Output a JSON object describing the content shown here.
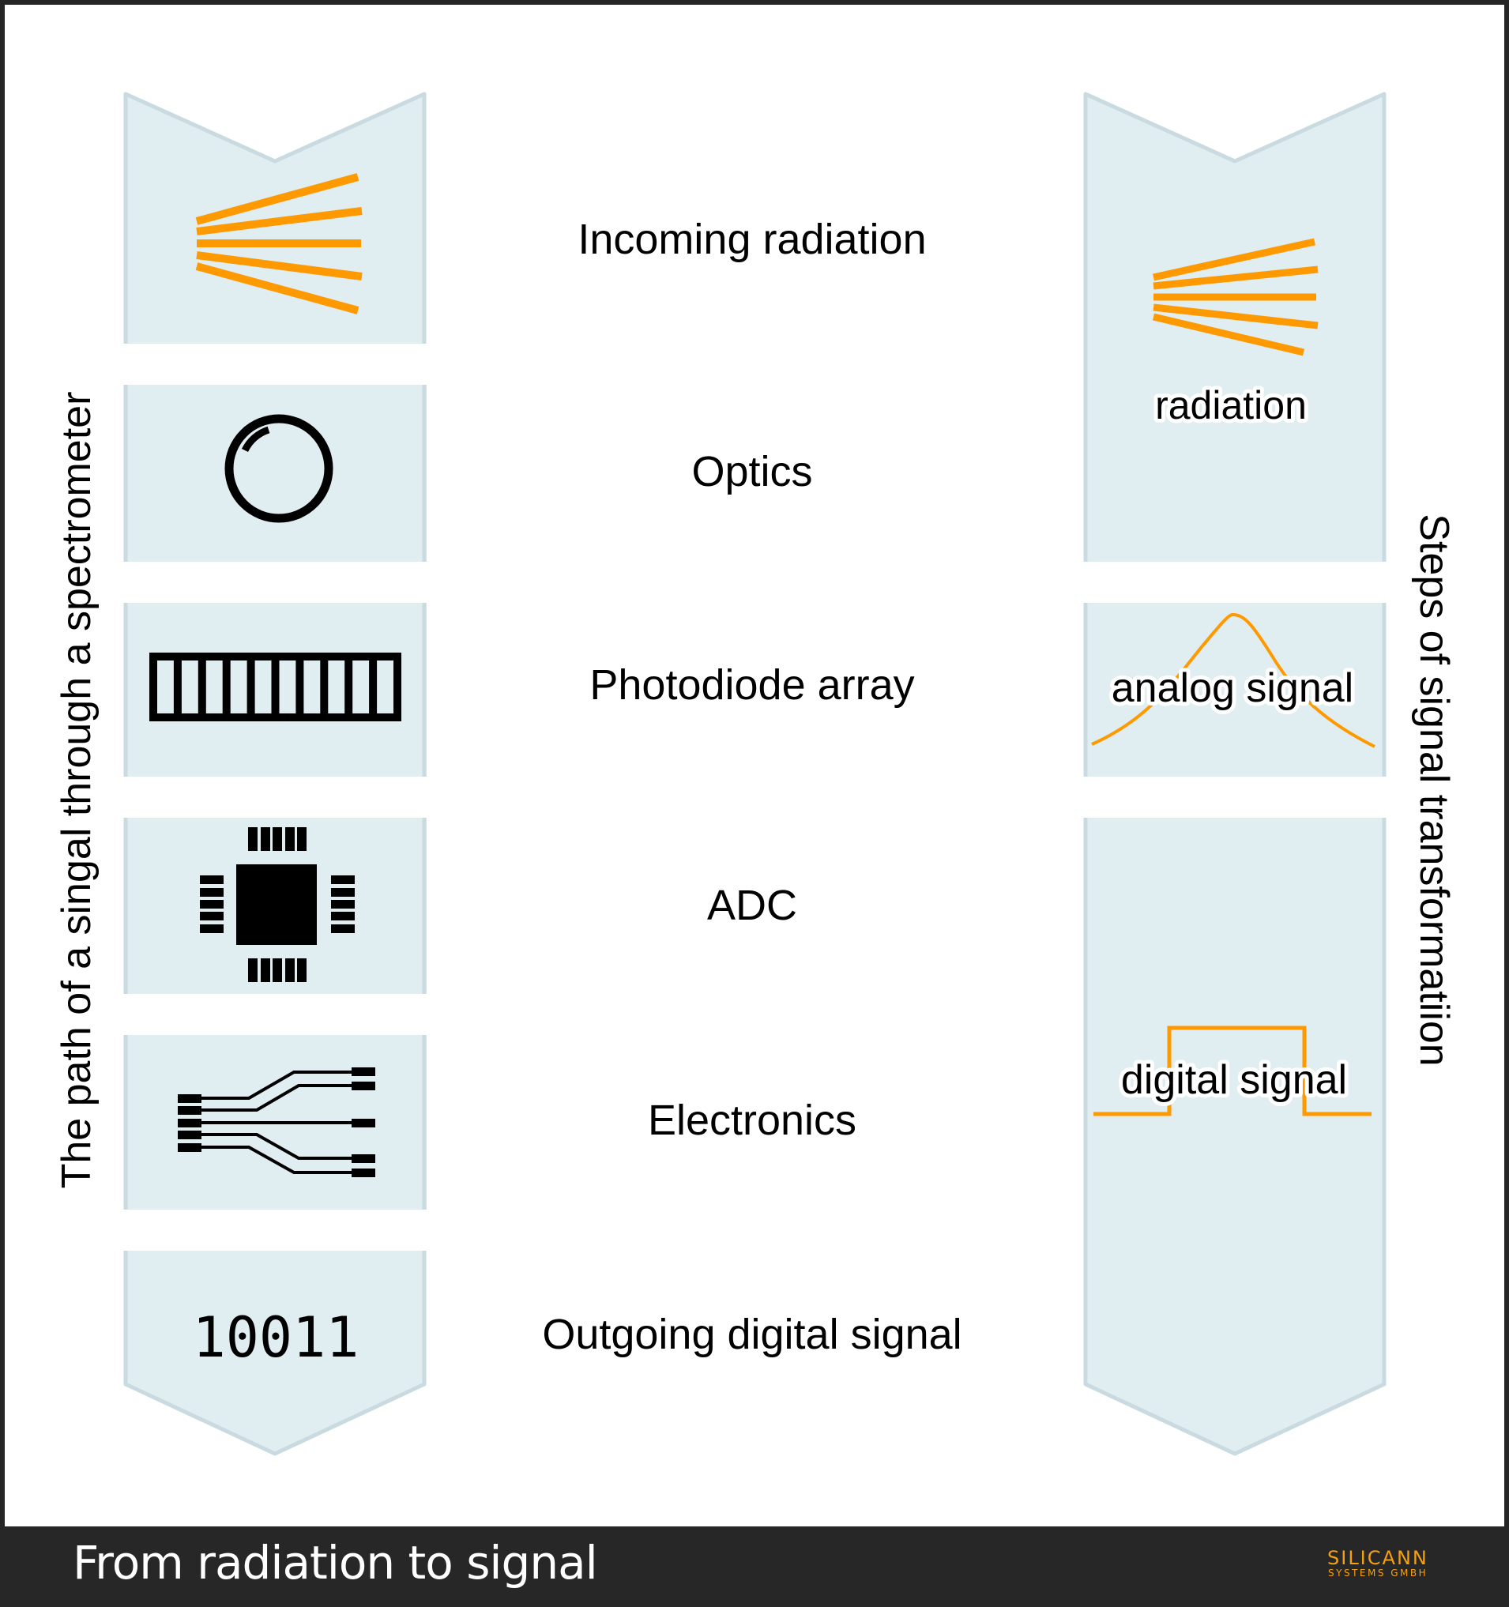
{
  "footer": {
    "title": "From radiation to signal",
    "logo": {
      "name": "SILICANN",
      "subtitle": "SYSTEMS GMBH",
      "icon": "head-silhouette-logo-icon"
    }
  },
  "left_axis_label": "The path of a singal through a spectrometer",
  "right_axis_label": "Steps of signal transformatiion",
  "stages": [
    {
      "label": "Incoming radiation",
      "icon": "radiation-rays-icon"
    },
    {
      "label": "Optics",
      "icon": "lens-icon"
    },
    {
      "label": "Photodiode array",
      "icon": "photodiode-array-icon",
      "cells": 10
    },
    {
      "label": "ADC",
      "icon": "chip-icon"
    },
    {
      "label": "Electronics",
      "icon": "circuit-traces-icon"
    },
    {
      "label": "Outgoing digital signal",
      "icon_text": "10011"
    }
  ],
  "transformations": [
    {
      "label": "radiation",
      "icon": "radiation-rays-icon"
    },
    {
      "label": "analog signal",
      "icon": "gaussian-curve-icon"
    },
    {
      "label": "digital signal",
      "icon": "square-pulse-icon"
    }
  ],
  "colors": {
    "accent": "#ff9900",
    "box_fill": "#e0edf1",
    "box_edge": "#c9dbe0",
    "footer_bg": "#272727",
    "logo": "#f5a00f"
  }
}
